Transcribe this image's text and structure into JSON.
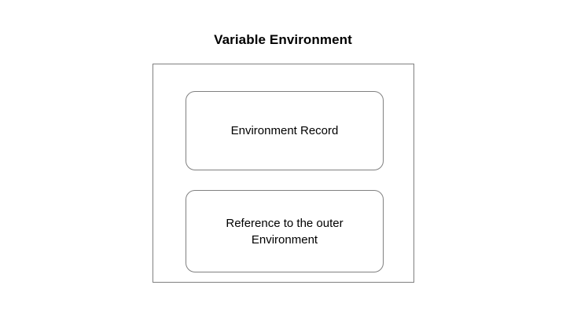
{
  "diagram": {
    "title": "Variable Environment",
    "background_color": "#ffffff",
    "border_color": "#808080",
    "text_color": "#000000",
    "outer_box": {
      "name": "Variable Environment",
      "shape": "rectangle",
      "corner_style": "square"
    },
    "boxes": [
      {
        "id": "environment-record",
        "label": "Environment Record",
        "shape": "rounded-rectangle",
        "lines": 1
      },
      {
        "id": "outer-environment-reference",
        "label": "Reference to the outer\nEnvironment",
        "shape": "rounded-rectangle",
        "lines": 2
      }
    ]
  }
}
